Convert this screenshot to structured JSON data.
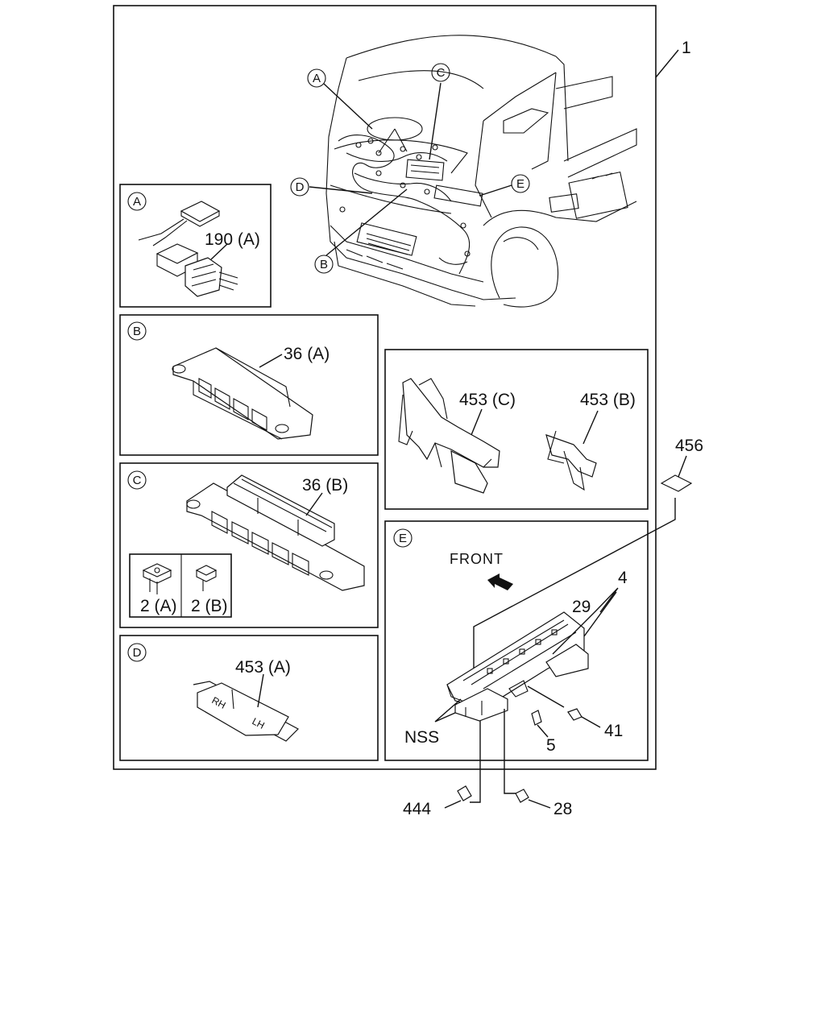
{
  "main_callout": "1",
  "detail_letters": [
    "A",
    "B",
    "C",
    "D",
    "E"
  ],
  "panels": {
    "A": {
      "letter": "A",
      "part_label": "190 (A)"
    },
    "B": {
      "letter": "B",
      "part_label": "36 (A)"
    },
    "C": {
      "letter": "C",
      "part_label": "36 (B)",
      "sub_labels": [
        "2 (A)",
        "2 (B)"
      ]
    },
    "D": {
      "letter": "D",
      "part_label": "453 (A)",
      "bar_text": [
        "RH",
        "LH"
      ]
    },
    "E": {
      "letter": "E",
      "direction_label": "FRONT",
      "part_labels": [
        "4",
        "29",
        "41",
        "5",
        "NSS"
      ]
    }
  },
  "bracket_panel": {
    "labels": [
      "453 (C)",
      "453 (B)"
    ]
  },
  "external_labels": [
    "456",
    "444",
    "28"
  ]
}
